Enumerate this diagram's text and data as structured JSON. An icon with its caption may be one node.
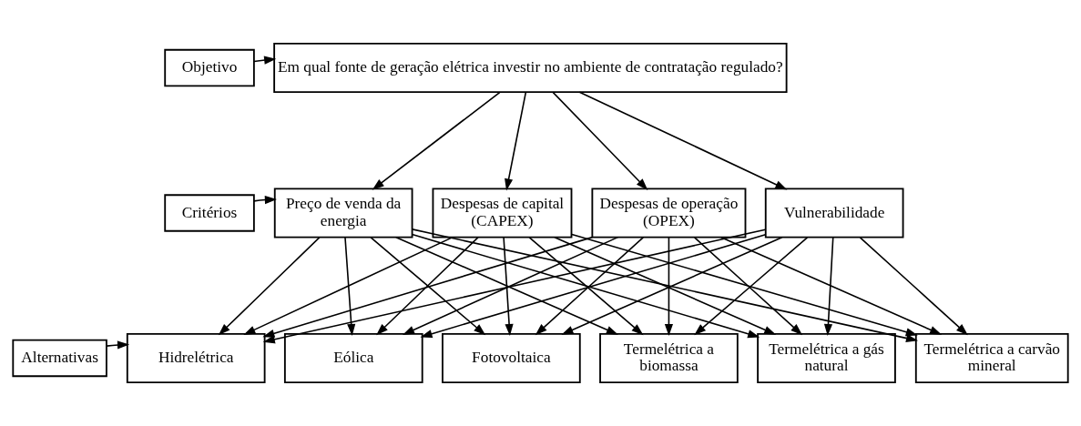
{
  "diagram": {
    "nodes": [
      {
        "text": [
          "Objetivo"
        ]
      },
      {
        "text": [
          "Em qual fonte de geração elétrica investir no ambiente de contratação regulado?"
        ]
      },
      {
        "text": [
          "Critérios"
        ]
      },
      {
        "text": [
          "Preço de venda da energia"
        ]
      },
      {
        "text": [
          "Despesas de capital (CAPEX)"
        ]
      },
      {
        "text": [
          "Despesas de operação (OPEX)"
        ]
      },
      {
        "text": [
          "Vulnerabilidade"
        ]
      },
      {
        "text": [
          "Alternativas"
        ]
      },
      {
        "text": [
          "Hidrelétrica"
        ]
      },
      {
        "text": [
          "Eólica"
        ]
      },
      {
        "text": [
          "Fotovoltaica"
        ]
      },
      {
        "text": [
          "Termelétrica a biomassa"
        ]
      },
      {
        "text": [
          "Termelétrica a gás natural"
        ]
      },
      {
        "text": [
          "Termelétrica a carvão mineral"
        ]
      }
    ],
    "edges": [
      {
        "from": 0,
        "to": 1,
        "arrow": "to"
      },
      {
        "from": 1,
        "to": 3,
        "arrow": "to"
      },
      {
        "from": 1,
        "to": 4,
        "arrow": "to"
      },
      {
        "from": 1,
        "to": 5,
        "arrow": "to"
      },
      {
        "from": 1,
        "to": 6,
        "arrow": "to"
      },
      {
        "from": 2,
        "to": 3,
        "arrow": "to"
      },
      {
        "from": 7,
        "to": 8,
        "arrow": "to"
      },
      {
        "from": 3,
        "to": 8,
        "arrow": "to"
      },
      {
        "from": 3,
        "to": 9,
        "arrow": "to"
      },
      {
        "from": 3,
        "to": 10,
        "arrow": "to"
      },
      {
        "from": 3,
        "to": 11,
        "arrow": "to"
      },
      {
        "from": 3,
        "to": 12,
        "arrow": "to"
      },
      {
        "from": 3,
        "to": 13,
        "arrow": "to"
      },
      {
        "from": 4,
        "to": 8,
        "arrow": "to"
      },
      {
        "from": 4,
        "to": 9,
        "arrow": "to"
      },
      {
        "from": 4,
        "to": 10,
        "arrow": "to"
      },
      {
        "from": 4,
        "to": 11,
        "arrow": "to"
      },
      {
        "from": 4,
        "to": 12,
        "arrow": "to"
      },
      {
        "from": 4,
        "to": 13,
        "arrow": "to"
      },
      {
        "from": 5,
        "to": 8,
        "arrow": "to"
      },
      {
        "from": 5,
        "to": 9,
        "arrow": "to"
      },
      {
        "from": 5,
        "to": 10,
        "arrow": "to"
      },
      {
        "from": 5,
        "to": 11,
        "arrow": "to"
      },
      {
        "from": 5,
        "to": 12,
        "arrow": "to"
      },
      {
        "from": 5,
        "to": 13,
        "arrow": "to"
      },
      {
        "from": 6,
        "to": 8,
        "arrow": "to"
      },
      {
        "from": 6,
        "to": 9,
        "arrow": "to"
      },
      {
        "from": 6,
        "to": 10,
        "arrow": "to"
      },
      {
        "from": 6,
        "to": 11,
        "arrow": "to"
      },
      {
        "from": 6,
        "to": 12,
        "arrow": "to"
      },
      {
        "from": 6,
        "to": 13,
        "arrow": "to"
      }
    ]
  }
}
